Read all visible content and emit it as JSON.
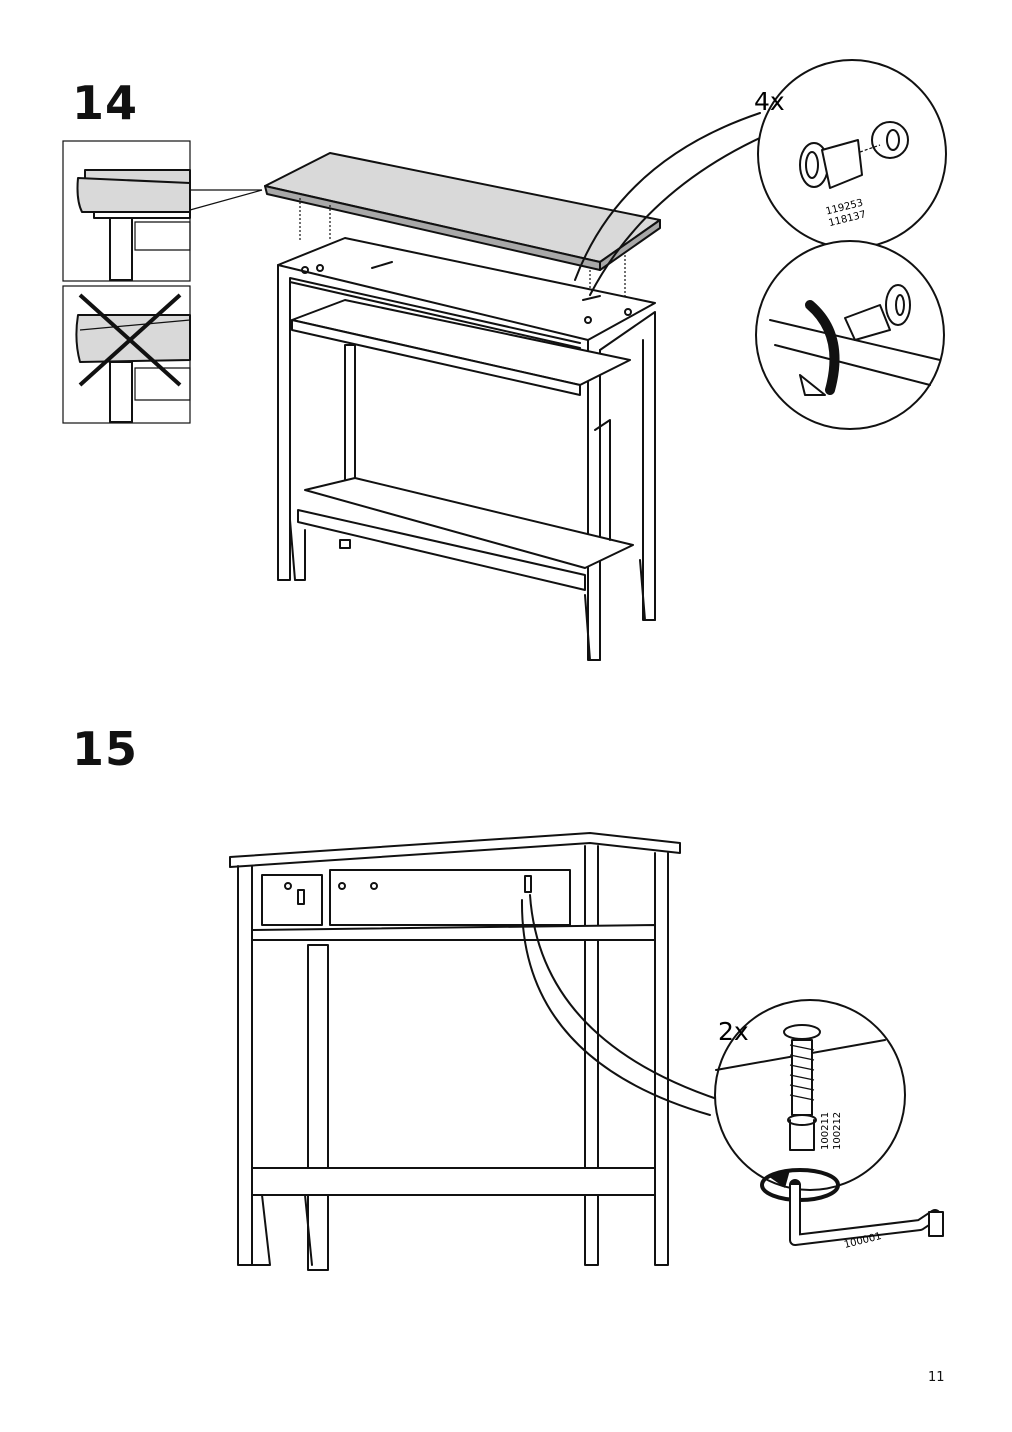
{
  "steps": [
    {
      "number": "14",
      "callout": {
        "quantity": "4x",
        "part_numbers": [
          "119253",
          "118137"
        ]
      },
      "detail_icons": [
        "correct-orientation",
        "incorrect-orientation-cross"
      ]
    },
    {
      "number": "15",
      "callout": {
        "quantity": "2x",
        "part_numbers": [
          "100211",
          "100212"
        ],
        "tool_number": "100001"
      }
    }
  ],
  "page_number": "11",
  "colors": {
    "line": "#111111",
    "panel_fill": "#d9d9d9",
    "panel_dark": "#a8a8a8",
    "background": "#ffffff"
  },
  "icons": [
    "cam-lock-icon",
    "rotate-arrow-icon",
    "allen-key-icon",
    "leveling-screw-icon",
    "cross-icon"
  ]
}
